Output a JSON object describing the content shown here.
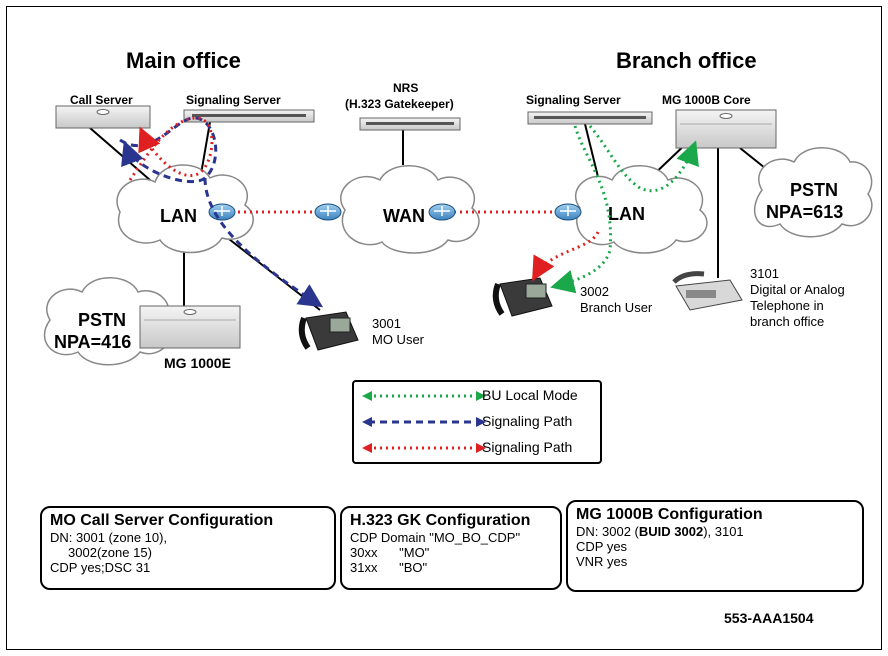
{
  "headings": {
    "main_office": "Main office",
    "branch_office": "Branch office"
  },
  "devices": {
    "call_server": "Call Server",
    "mo_signaling_server": "Signaling Server",
    "nrs_line1": "NRS",
    "nrs_line2": "(H.323 Gatekeeper)",
    "bo_signaling_server": "Signaling Server",
    "mg1000b_core": "MG 1000B Core",
    "mg1000e": "MG 1000E"
  },
  "clouds": {
    "lan_main": "LAN",
    "wan": "WAN",
    "lan_branch": "LAN",
    "pstn_main_line1": "PSTN",
    "pstn_main_line2": "NPA=416",
    "pstn_branch_line1": "PSTN",
    "pstn_branch_line2": "NPA=613"
  },
  "phones": {
    "mo_user": {
      "line1": "3001",
      "line2": "MO User"
    },
    "branch_user": {
      "line1": "3002",
      "line2": "Branch User"
    },
    "analog": {
      "line1": "3101",
      "line2": "Digital or Analog",
      "line3": "Telephone in",
      "line4": "branch office"
    }
  },
  "legend": [
    {
      "label": "BU Local Mode",
      "color": "#1aa84a",
      "style": "dotted"
    },
    {
      "label": "Signaling Path",
      "color": "#2a3590",
      "style": "dashed"
    },
    {
      "label": "Signaling Path",
      "color": "#e02020",
      "style": "dotted"
    }
  ],
  "config_boxes": {
    "mo": {
      "title": "MO Call Server Configuration",
      "lines": [
        "DN: 3001 (zone 10),",
        "     3002(zone 15)",
        "CDP yes;DSC 31"
      ]
    },
    "gk": {
      "title": "H.323 GK Configuration",
      "lines": [
        "CDP Domain \"MO_BO_CDP\"",
        "30xx      \"MO\"",
        "31xx      \"BO\""
      ]
    },
    "mg": {
      "title": "MG 1000B Configuration",
      "line1_pre": "DN: 3002 (",
      "line1_bold": "BUID 3002",
      "line1_post": "), 3101",
      "lines": [
        "CDP yes",
        "VNR yes"
      ]
    }
  },
  "doc_id": "553-AAA1504",
  "colors": {
    "green": "#1aa84a",
    "blue": "#2a3590",
    "red": "#e02020",
    "router": "#4a90c8"
  }
}
